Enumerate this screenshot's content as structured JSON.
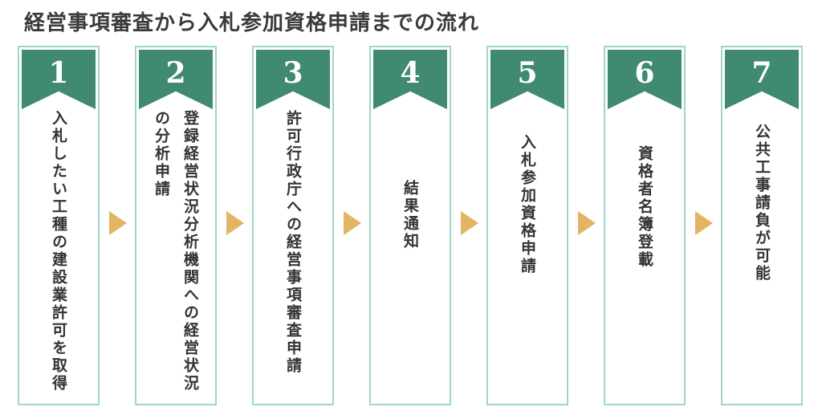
{
  "title": "経営事項審査から入札参加資格申請までの流れ",
  "steps": [
    {
      "number": "1",
      "text": "入札したい工種の建設業許可を取得"
    },
    {
      "number": "2",
      "text": "登録経営状況分析機関への経営状況の分析申請"
    },
    {
      "number": "3",
      "text": "許可行政庁への経営事項審査申請"
    },
    {
      "number": "4",
      "text": "結果通知"
    },
    {
      "number": "5",
      "text": "入札参加資格申請"
    },
    {
      "number": "6",
      "text": "資格者名簿登載"
    },
    {
      "number": "7",
      "text": "公共工事請負が可能"
    }
  ],
  "colors": {
    "badge": "#3f8a70",
    "border": "#9ed6cd",
    "arrow": "#e3b463",
    "text": "#333333"
  }
}
